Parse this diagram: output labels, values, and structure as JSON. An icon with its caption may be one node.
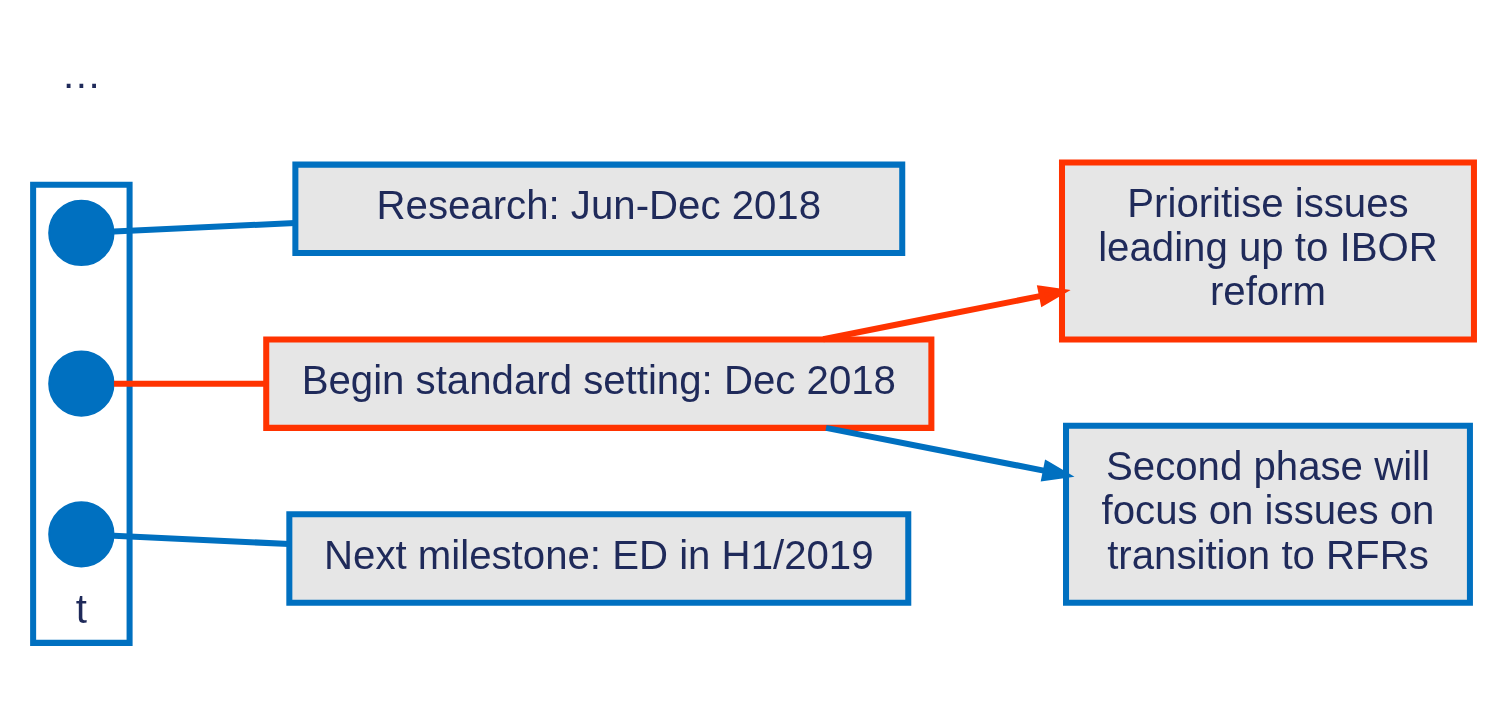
{
  "diagram": {
    "nodes": [
      {
        "text": [
          "t"
        ]
      },
      {
        "text": [],
        "shape": "circle",
        "in": 0
      },
      {
        "text": [],
        "shape": "circle",
        "in": 0
      },
      {
        "text": [],
        "shape": "circle",
        "in": 0
      },
      {
        "text": [
          "Research: Jun-Dec 2018"
        ]
      },
      {
        "text": [
          "Begin standard setting: Dec 2018"
        ]
      },
      {
        "text": [
          "Next milestone: ED in H1/2019"
        ]
      },
      {
        "text": [
          "Prioritise issues leading up to IBOR reform"
        ]
      },
      {
        "text": [
          "Second phase will focus on issues on transition to RFRs"
        ]
      }
    ],
    "edges": [
      {
        "from": 1,
        "to": 4,
        "arrow": "none"
      },
      {
        "from": 2,
        "to": 5,
        "arrow": "none",
        "color": "#ff3300"
      },
      {
        "from": 3,
        "to": 6,
        "arrow": "none"
      },
      {
        "from": 5,
        "to": 7,
        "arrow": "to",
        "color": "#ff3300"
      },
      {
        "from": 5,
        "to": 8,
        "arrow": "to"
      }
    ],
    "labels": [
      "…"
    ]
  }
}
